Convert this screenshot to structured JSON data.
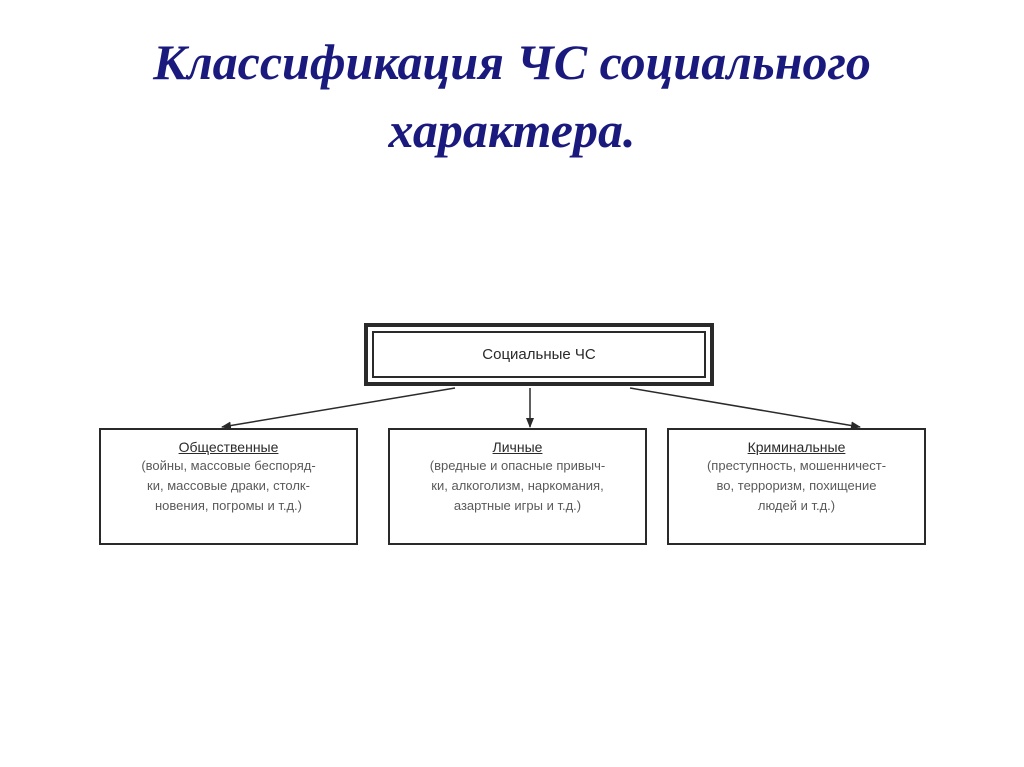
{
  "title": {
    "line1": "Классификация ЧС социального",
    "line2": "характера."
  },
  "diagram": {
    "root": {
      "label": "Социальные ЧС"
    },
    "children": [
      {
        "title": "Общественные",
        "desc": [
          "(войны, массовые беспоряд-",
          "ки, массовые драки, столк-",
          "новения, погромы и т.д.)"
        ]
      },
      {
        "title": "Личные",
        "desc": [
          "(вредные и опасные привыч-",
          "ки, алкоголизм, наркомания,",
          "азартные игры и т.д.)"
        ]
      },
      {
        "title": "Криминальные",
        "desc": [
          "(преступность, мошенничест-",
          "во, терроризм, похищение",
          "людей и т.д.)"
        ]
      }
    ]
  }
}
